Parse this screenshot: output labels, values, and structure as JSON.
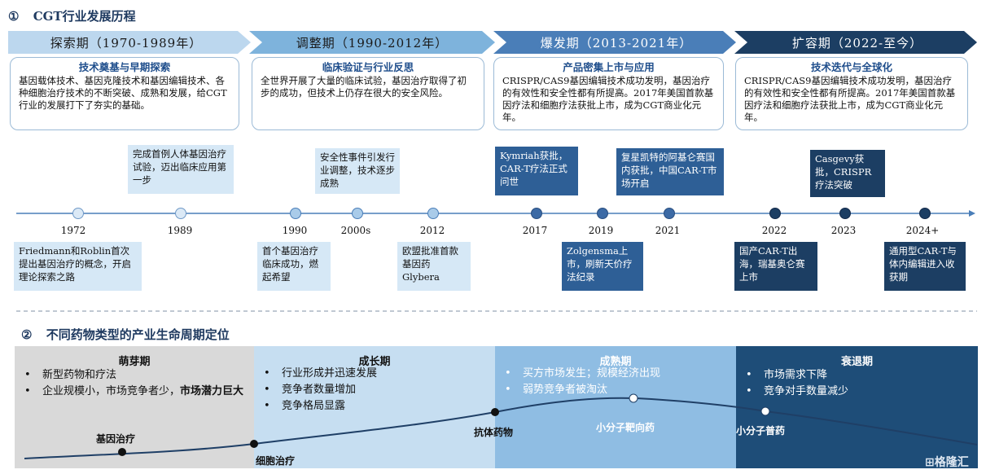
{
  "section1": {
    "num": "①",
    "title": "CGT行业发展历程"
  },
  "phases": [
    {
      "label": "探索期（1970-1989年）",
      "card_title": "技术奠基与早期探索",
      "card_body": "基因载体技术、基因克隆技术和基因编辑技术、各种细胞治疗技术的不断突破、成熟和发展，给CGT行业的发展打下了夯实的基础。"
    },
    {
      "label": "调整期（1990-2012年）",
      "card_title": "临床验证与行业反思",
      "card_body": "全世界开展了大量的临床试验，基因治疗取得了初步的成功，但技术上仍存在很大的安全风险。"
    },
    {
      "label": "爆发期（2013-2021年）",
      "card_title": "产品密集上市与应用",
      "card_body": "CRISPR/CAS9基因编辑技术成功发明，基因治疗的有效性和安全性都有所提高。2017年美国首款基因疗法和细胞疗法获批上市，成为CGT商业化元年。"
    },
    {
      "label": "扩容期（2022-至今）",
      "card_title": "技术迭代与全球化",
      "card_body": "CRISPR/CAS9基因编辑技术成功发明，基因治疗的有效性和安全性都有所提高。2017年美国首款基因疗法和细胞疗法获批上市，成为CGT商业化元年。"
    }
  ],
  "timeline": {
    "years": [
      "1972",
      "1989",
      "1990",
      "2000s",
      "2012",
      "2017",
      "2019",
      "2021",
      "2022",
      "2023",
      "2024+"
    ],
    "events_above": [
      "完成首例人体基因治疗试验，迈出临床应用第一步",
      "安全性事件引发行业调整，技术逐步成熟",
      "Kymriah获批，CAR-T疗法正式问世",
      "复星凯特的阿基仑赛国内获批，中国CAR-T市场开启",
      "Casgevy获批，CRISPR疗法突破"
    ],
    "events_below": [
      "Friedmann和Roblin首次提出基因治疗的概念，开启理论探索之路",
      "首个基因治疗临床成功，燃起希望",
      "欧盟批准首款基因药Glybera",
      "Zolgensma上市，刷新天价疗法纪录",
      "国产CAR-T出海，瑞基奥仑赛上市",
      "通用型CAR-T与体内编辑进入收获期"
    ]
  },
  "section2": {
    "num": "②",
    "title": "不同药物类型的产业生命周期定位"
  },
  "lifecycle": [
    {
      "title": "萌芽期",
      "items": [
        "新型药物和疗法",
        "企业规模小，市场竞争者少，"
      ],
      "bold_tail": "市场潜力巨大",
      "color": "#d9d9d9"
    },
    {
      "title": "成长期",
      "items": [
        "行业形成并迅速发展",
        "竞争者数量增加",
        "竞争格局显露"
      ],
      "color": "#c6def1"
    },
    {
      "title": "成熟期",
      "items": [
        "买方市场发生；规模经济出现",
        "弱势竞争者被淘汰"
      ],
      "color": "#8fbde3"
    },
    {
      "title": "衰退期",
      "items": [
        "市场需求下降",
        "竞争对手数量减少"
      ],
      "color": "#1e4d78"
    }
  ],
  "curve_points": [
    "基因治疗",
    "细胞治疗",
    "抗体药物",
    "小分子靶向药",
    "小分子普药"
  ],
  "watermark": "格隆汇",
  "colors": {
    "phase1": "#bcd7ee",
    "phase2": "#7eb3dc",
    "phase3": "#4a7eb8",
    "phase4": "#1c3e63"
  }
}
